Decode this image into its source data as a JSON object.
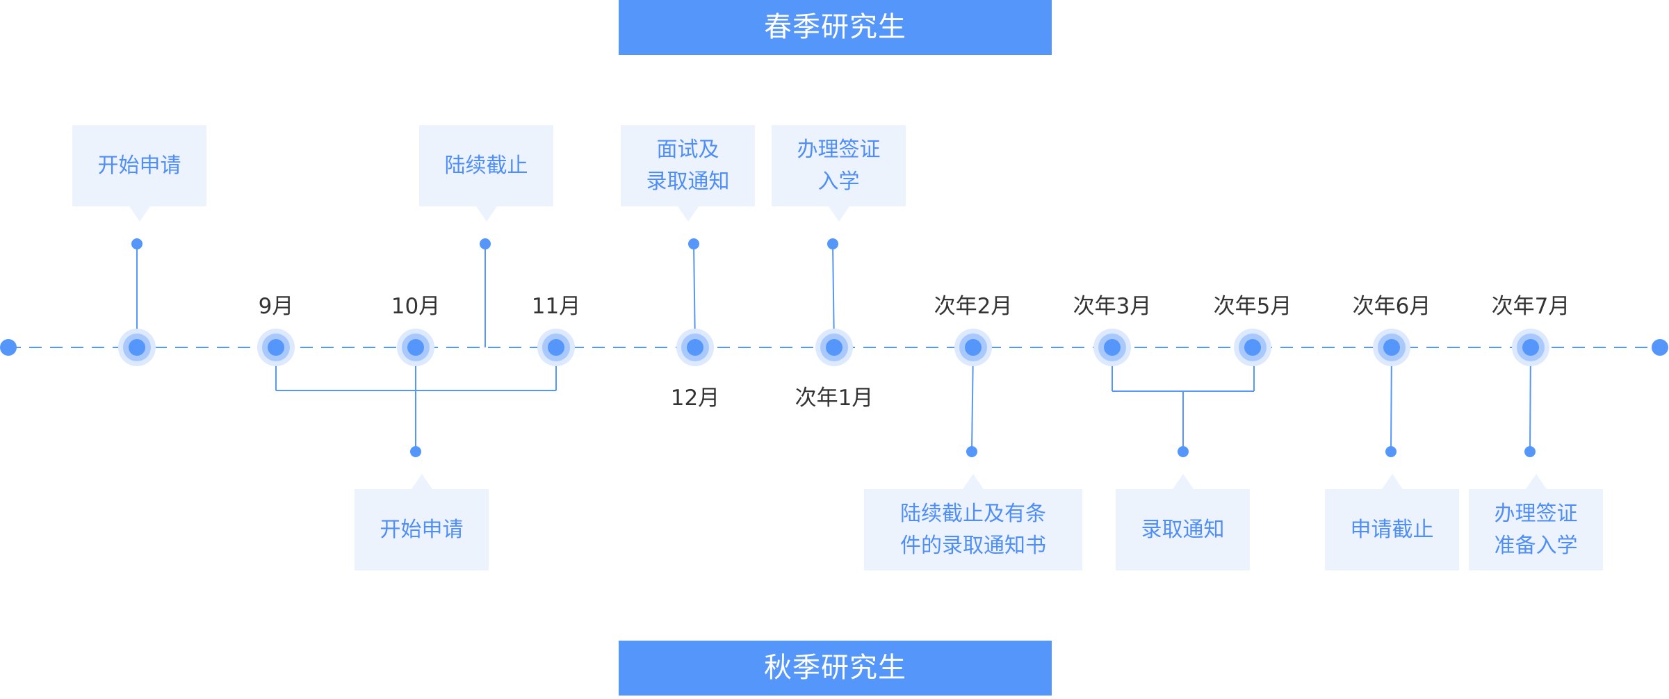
{
  "spring_title": "春季研究生",
  "autumn_title": "秋季研究生",
  "colors": {
    "accent": "#5596fb",
    "box_bg": "#edf3fd",
    "box_text": "#4f8ef7",
    "month_text": "#333333"
  },
  "months": [
    "9月",
    "10月",
    "11月",
    "12月",
    "次年1月",
    "次年2月",
    "次年3月",
    "次年5月",
    "次年6月",
    "次年7月"
  ],
  "spring_events": [
    "开始申请",
    "陆续截止",
    "面试及\n录取通知",
    "办理签证\n入学"
  ],
  "autumn_events": [
    "开始申请",
    "陆续截止及有条\n件的录取通知书",
    "录取通知",
    "申请截止",
    "办理签证\n准备入学"
  ]
}
